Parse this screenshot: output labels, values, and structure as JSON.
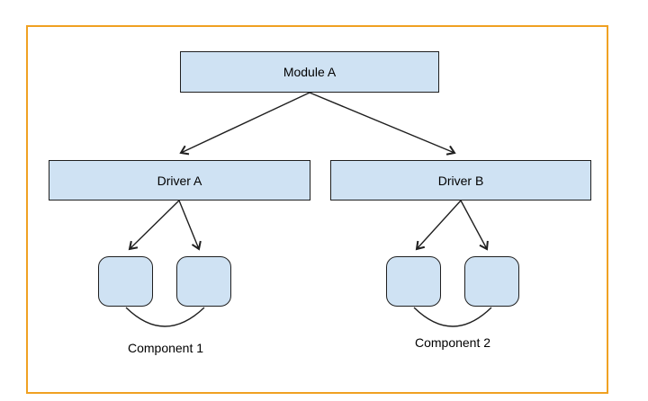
{
  "diagram": {
    "module": {
      "label": "Module A"
    },
    "drivers": [
      {
        "label": "Driver A"
      },
      {
        "label": "Driver B"
      }
    ],
    "component_groups": [
      {
        "label": "Component 1",
        "shape_count": 2
      },
      {
        "label": "Component 2",
        "shape_count": 2
      }
    ],
    "colors": {
      "canvas_bg": "#ffffff",
      "frame_border": "#f0a122",
      "node_fill": "#cfe2f3",
      "node_border": "#1f1f1f",
      "connector": "#1f1f1f",
      "text": "#000000"
    }
  }
}
